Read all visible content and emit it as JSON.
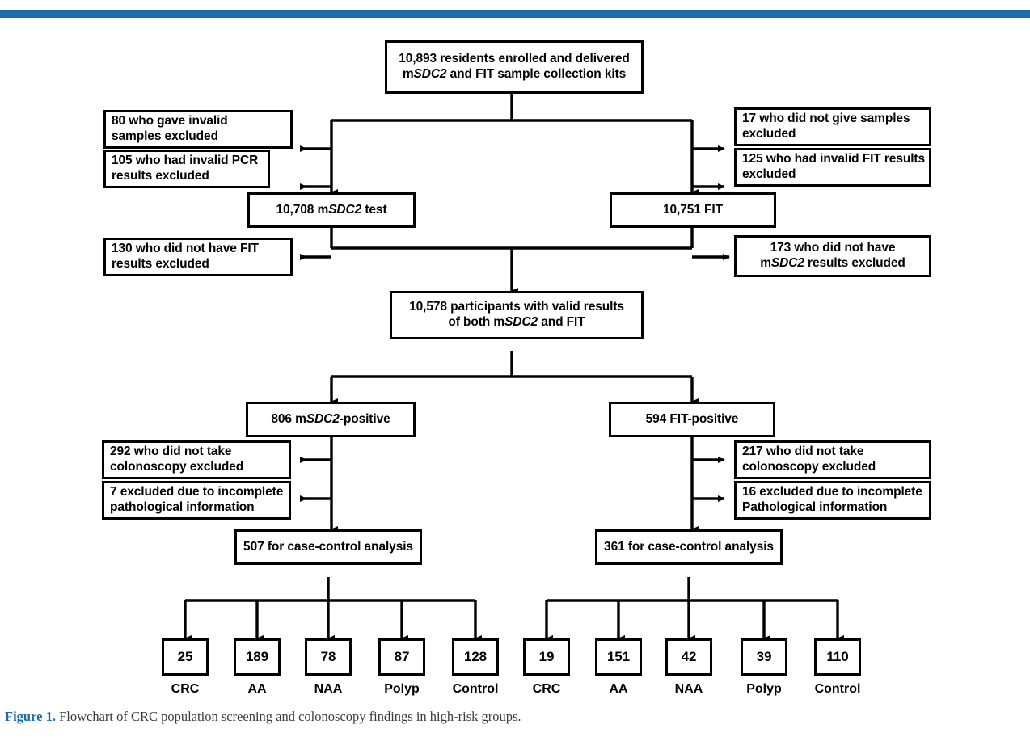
{
  "figure": {
    "caption_label": "Figure 1.",
    "caption_text": " Flowchart of CRC population screening and colonoscopy findings in high-risk groups.",
    "rule_color": "#1b6ca8",
    "line_color": "#000000",
    "box_border_color": "#000000"
  },
  "chart_data": {
    "type": "diagram",
    "title": "Flowchart of CRC population screening and colonoscopy findings in high-risk groups",
    "nodes": [
      {
        "id": "enrolled",
        "label_line1": "10,893 residents enrolled and delivered",
        "label_line2_pre": "m",
        "label_line2_em": "SDC2",
        "label_line2_post": " and FIT sample collection kits",
        "value": 10893
      },
      {
        "id": "excl-invalid-samples",
        "label_line1": "80 who gave invalid",
        "label_line2": "samples excluded",
        "value": 80
      },
      {
        "id": "excl-no-samples",
        "label_line1": "17 who did not give samples",
        "label_line2": "excluded",
        "value": 17
      },
      {
        "id": "excl-invalid-pcr",
        "label_line1": "105 who had invalid PCR",
        "label_line2": "results excluded",
        "value": 105
      },
      {
        "id": "excl-invalid-fit",
        "label_line1": "125 who had invalid FIT results",
        "label_line2": "excluded",
        "value": 125
      },
      {
        "id": "msdc2-test",
        "label_pre": "10,708 m",
        "label_em": "SDC2",
        "label_post": " test",
        "value": 10708
      },
      {
        "id": "fit-test",
        "label": "10,751 FIT",
        "value": 10751
      },
      {
        "id": "excl-no-fit-results",
        "label_line1": "130 who did not have FIT",
        "label_line2": "results excluded",
        "value": 130
      },
      {
        "id": "excl-no-msdc2-results",
        "label_line1": "173 who did not have",
        "label_line2_pre": "m",
        "label_line2_em": "SDC2",
        "label_line2_post": " results excluded",
        "value": 173
      },
      {
        "id": "valid-both",
        "label_line1": "10,578 participants with valid results",
        "label_line2_pre": "of both m",
        "label_line2_em": "SDC2",
        "label_line2_post": " and FIT",
        "value": 10578
      },
      {
        "id": "msdc2-positive",
        "label_pre": "806 m",
        "label_em": "SDC2",
        "label_post": "-positive",
        "value": 806
      },
      {
        "id": "fit-positive",
        "label": "594 FIT-positive",
        "value": 594
      },
      {
        "id": "excl-no-colonoscopy-left",
        "label_line1": "292 who did not take",
        "label_line2": "colonoscopy excluded",
        "value": 292
      },
      {
        "id": "excl-no-colonoscopy-right",
        "label_line1": "217 who did not take",
        "label_line2": "colonoscopy excluded",
        "value": 217
      },
      {
        "id": "excl-incomplete-path-left",
        "label_line1": "7 excluded due to incomplete",
        "label_line2": "pathological information",
        "value": 7
      },
      {
        "id": "excl-incomplete-path-right",
        "label_line1": "16 excluded due to incomplete",
        "label_line2": "Pathological information",
        "value": 16
      },
      {
        "id": "case-control-left",
        "label": "507 for case-control analysis",
        "value": 507
      },
      {
        "id": "case-control-right",
        "label": "361 for case-control analysis",
        "value": 361
      }
    ],
    "left_outcomes": {
      "parent": "507 for case-control analysis",
      "categories": [
        "CRC",
        "AA",
        "NAA",
        "Polyp",
        "Control"
      ],
      "values": [
        25,
        189,
        78,
        87,
        128
      ]
    },
    "right_outcomes": {
      "parent": "361 for case-control analysis",
      "categories": [
        "CRC",
        "AA",
        "NAA",
        "Polyp",
        "Control"
      ],
      "values": [
        19,
        151,
        42,
        39,
        110
      ]
    }
  }
}
